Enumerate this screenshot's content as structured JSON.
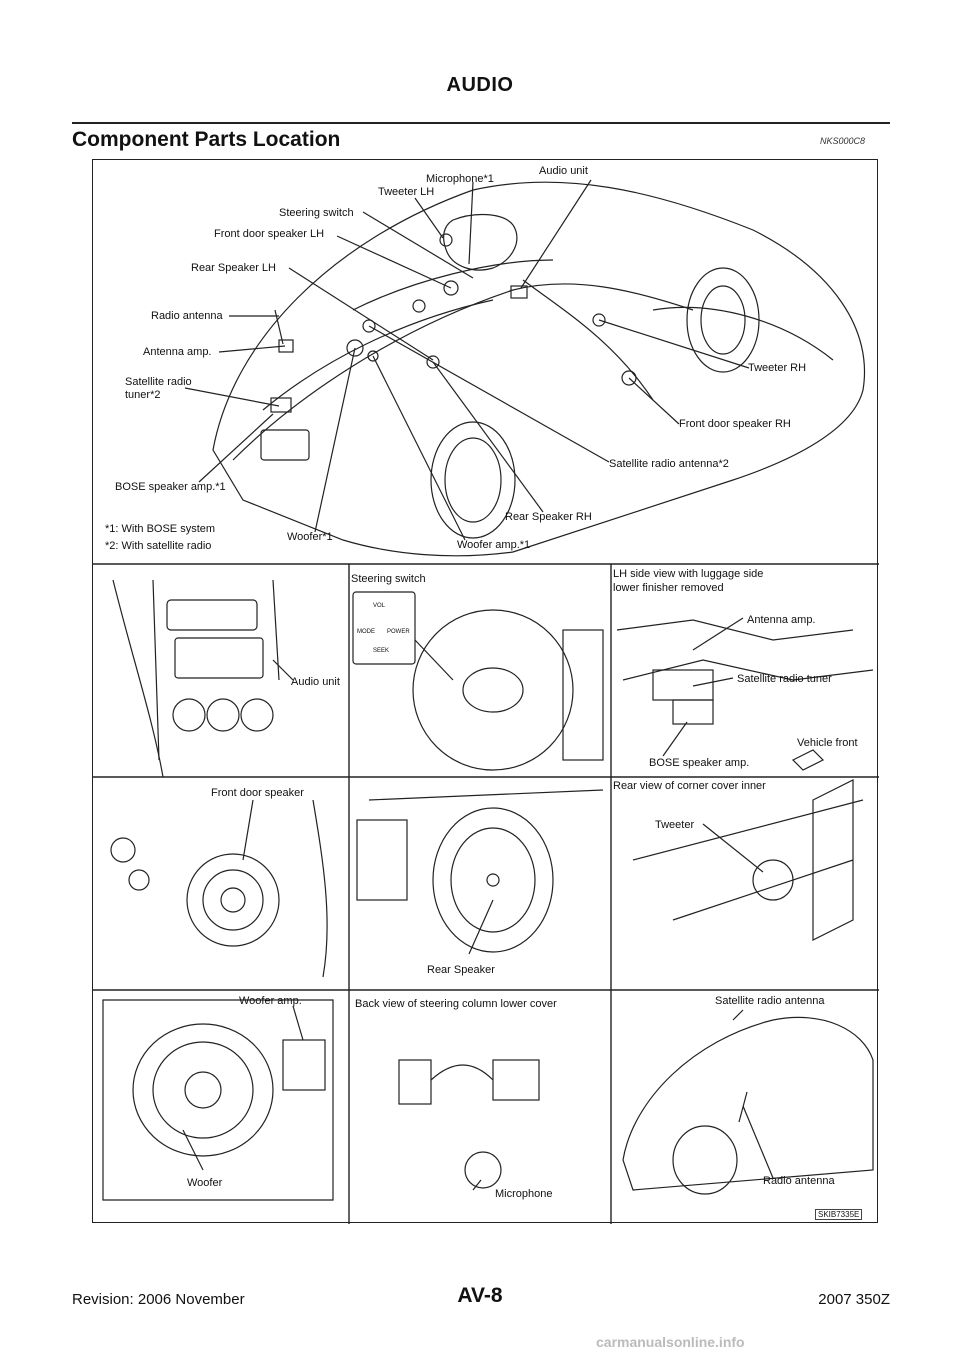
{
  "header": {
    "title": "AUDIO"
  },
  "section": {
    "title": "Component Parts Location",
    "code": "NKS000C8"
  },
  "figure": {
    "id": "SKIB7335E",
    "overview": {
      "labels": {
        "audio_unit": "Audio unit",
        "microphone": "Microphone*1",
        "tweeter_lh": "Tweeter LH",
        "steering_switch": "Steering switch",
        "front_door_speaker_lh": "Front door speaker LH",
        "rear_speaker_lh": "Rear Speaker LH",
        "radio_antenna": "Radio antenna",
        "antenna_amp": "Antenna amp.",
        "satellite_radio_tuner_1": "Satellite radio",
        "satellite_radio_tuner_2": "tuner*2",
        "bose_speaker_amp": "BOSE speaker amp.*1",
        "tweeter_rh": "Tweeter RH",
        "front_door_speaker_rh": "Front door speaker RH",
        "satellite_radio_antenna": "Satellite radio antenna*2",
        "rear_speaker_rh": "Rear Speaker RH",
        "woofer": "Woofer*1",
        "woofer_amp": "Woofer  amp.*1"
      },
      "notes": [
        "*1: With BOSE system",
        "*2: With satellite radio"
      ]
    },
    "panels": {
      "audio_unit": {
        "label": "Audio unit"
      },
      "steering": {
        "title": "Steering switch",
        "vol": "VOL",
        "mode": "MODE",
        "power": "POWER",
        "seek": "SEEK"
      },
      "lh_side": {
        "title_1": "LH side view with luggage side",
        "title_2": "lower finisher removed",
        "antenna_amp": "Antenna amp.",
        "sat_tuner": "Satellite radio tuner",
        "vehicle_front": "Vehicle front",
        "bose_amp": "BOSE speaker amp."
      },
      "front_door": {
        "label": "Front door speaker"
      },
      "rear_speaker": {
        "label": "Rear Speaker"
      },
      "corner_cover": {
        "title": "Rear view of corner cover inner",
        "tweeter": "Tweeter"
      },
      "woofer": {
        "amp": "Woofer  amp.",
        "woofer": "Woofer"
      },
      "steering_column": {
        "title": "Back view of steering column lower cover",
        "microphone": "Microphone"
      },
      "exterior": {
        "sat_antenna": "Satellite radio antenna",
        "radio_antenna": "Radio antenna"
      }
    }
  },
  "footer": {
    "revision": "Revision: 2006 November",
    "page": "AV-8",
    "model": "2007 350Z"
  },
  "watermark": "carmanualsonline.info"
}
